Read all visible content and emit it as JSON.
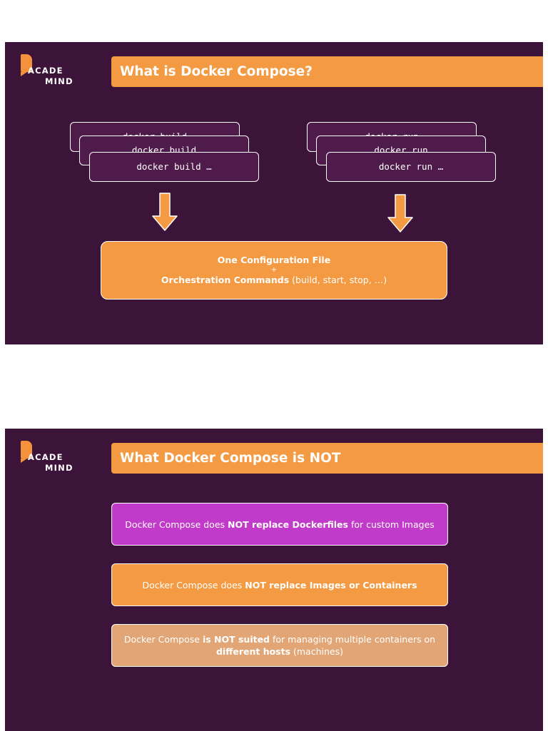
{
  "logo": {
    "line1": "ACADE",
    "line2": "MIND"
  },
  "slide1": {
    "title": "What is Docker Compose?",
    "build_stack": [
      "docker build",
      "docker build",
      "docker build …"
    ],
    "run_stack": [
      "docker run",
      "docker run",
      "docker run …"
    ],
    "config": {
      "title": "One Configuration File",
      "plus": "+",
      "commands_bold": "Orchestration Commands",
      "commands_rest": " (build, start, stop, …)"
    }
  },
  "slide2": {
    "title": "What Docker Compose is NOT",
    "items": [
      {
        "pre": "Docker Compose does ",
        "bold": "NOT replace Dockerfiles",
        "post": " for custom Images"
      },
      {
        "pre": "Docker Compose does ",
        "bold": "NOT replace Images or Containers",
        "post": ""
      },
      {
        "pre": "Docker Compose ",
        "bold": "is NOT suited",
        "mid": " for managing multiple containers on ",
        "bold2": "different hosts",
        "post": " (machines)"
      }
    ]
  },
  "colors": {
    "slide_bg": "#3c1339",
    "accent_orange": "#f49a42",
    "card_bg": "#4f1b4b",
    "magenta": "#c23ac9",
    "tan": "#e2a676"
  }
}
